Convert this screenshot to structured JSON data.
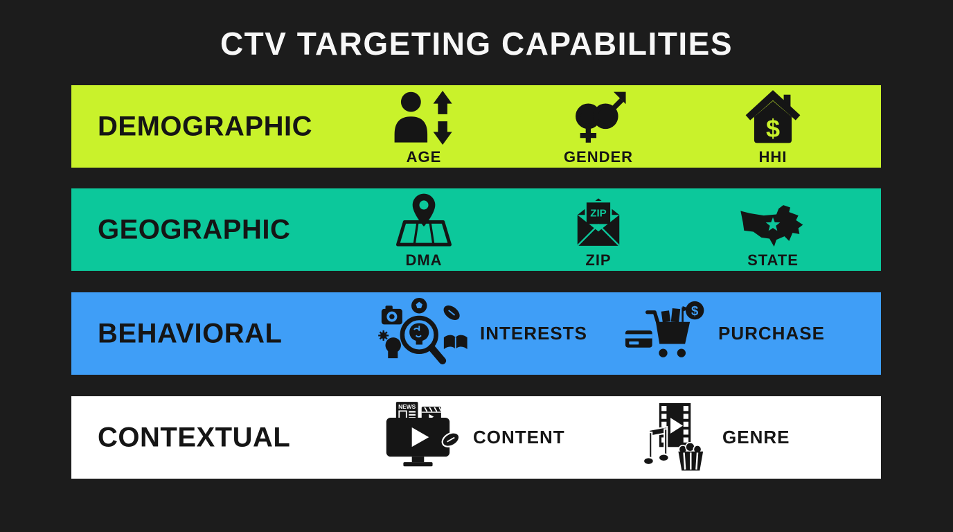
{
  "title": "CTV TARGETING CAPABILITIES",
  "colors": {
    "background": "#1c1c1c",
    "title_text": "#f7f7f7",
    "ink": "#151515",
    "demographic": "#c9f22b",
    "geographic": "#0cc89b",
    "behavioral": "#3f9ef7",
    "contextual": "#ffffff"
  },
  "rows": [
    {
      "label": "DEMOGRAPHIC",
      "items": [
        {
          "label": "AGE",
          "icon": "person-age-arrows-icon"
        },
        {
          "label": "GENDER",
          "icon": "gender-symbols-icon"
        },
        {
          "label": "HHI",
          "icon": "house-dollar-icon"
        }
      ]
    },
    {
      "label": "GEOGRAPHIC",
      "items": [
        {
          "label": "DMA",
          "icon": "map-pin-icon"
        },
        {
          "label": "ZIP",
          "icon": "zip-envelope-icon"
        },
        {
          "label": "STATE",
          "icon": "usa-map-star-icon"
        }
      ]
    },
    {
      "label": "BEHAVIORAL",
      "items": [
        {
          "label": "INTERESTS",
          "icon": "interests-magnifier-brain-icon"
        },
        {
          "label": "PURCHASE",
          "icon": "shopping-cart-icon"
        }
      ]
    },
    {
      "label": "CONTEXTUAL",
      "items": [
        {
          "label": "CONTENT",
          "icon": "screen-content-icon"
        },
        {
          "label": "GENRE",
          "icon": "filmstrip-genre-icon"
        }
      ]
    }
  ],
  "icon_texts": {
    "zip": "ZIP",
    "news": "NEWS",
    "dollar": "$"
  }
}
